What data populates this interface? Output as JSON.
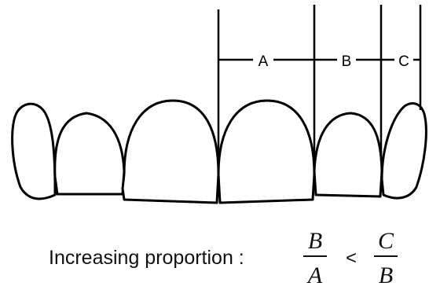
{
  "measurements": {
    "a_label": "A",
    "b_label": "B",
    "c_label": "C"
  },
  "caption": {
    "text": "Increasing proportion :",
    "fraction_left": {
      "numerator": "B",
      "denominator": "A"
    },
    "operator": "<",
    "fraction_right": {
      "numerator": "C",
      "denominator": "B"
    }
  }
}
